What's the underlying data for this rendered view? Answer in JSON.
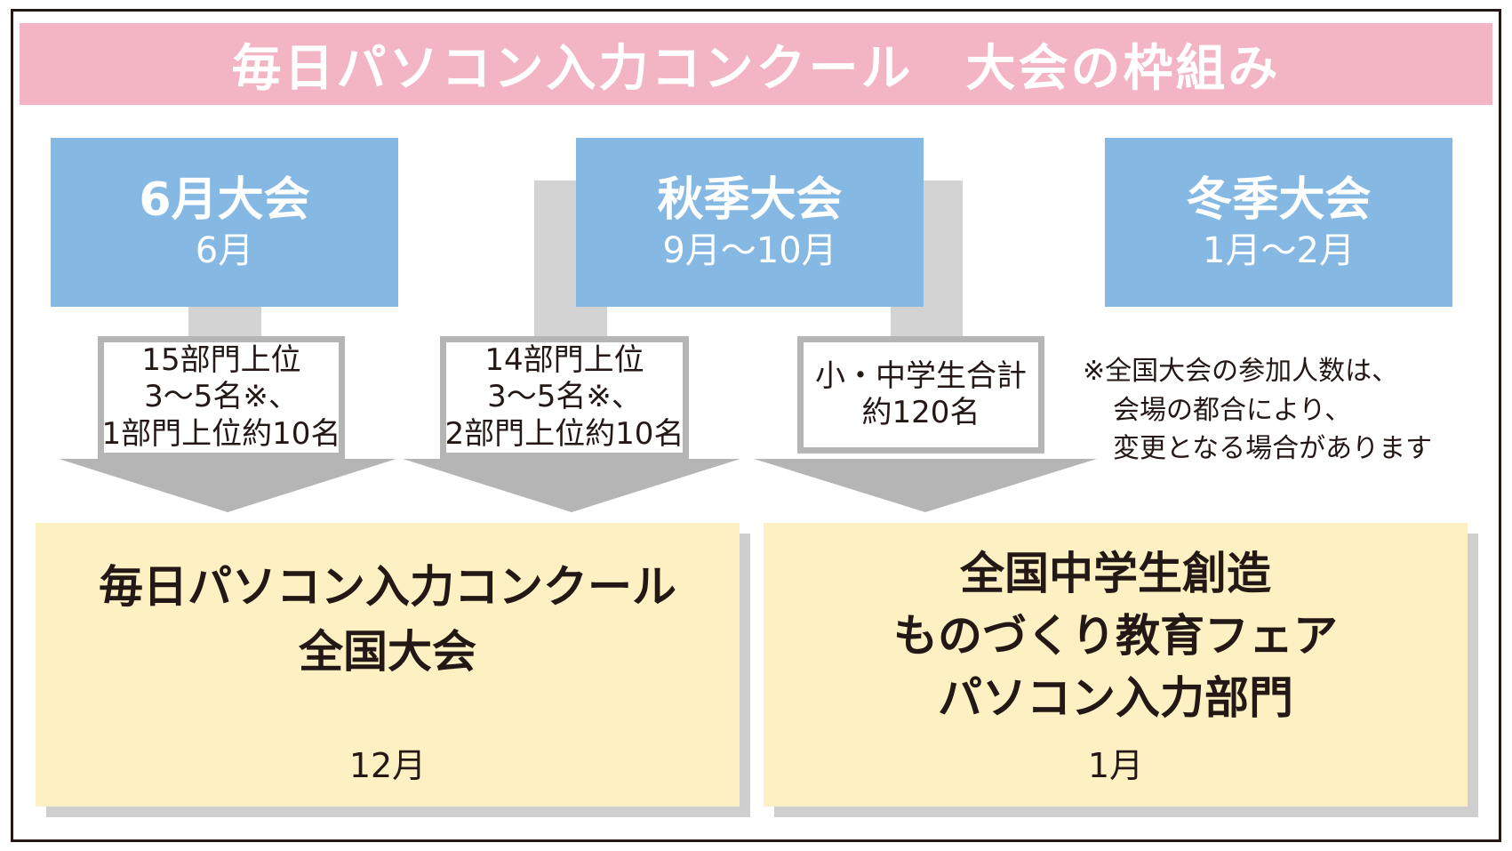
{
  "banner": {
    "title": "毎日パソコン入力コンクール　大会の枠組み"
  },
  "events": [
    {
      "name": "6月大会",
      "date": "6月"
    },
    {
      "name": "秋季大会",
      "date": "9月〜10月"
    },
    {
      "name": "冬季大会",
      "date": "1月〜2月"
    }
  ],
  "qualifiers": [
    {
      "lines": [
        "15部門上位",
        "3〜5名※、",
        "1部門上位約10名"
      ]
    },
    {
      "lines": [
        "14部門上位",
        "3〜5名※、",
        "2部門上位約10名"
      ]
    },
    {
      "lines": [
        "小・中学生合計",
        "約120名"
      ]
    }
  ],
  "note": {
    "lines": [
      "※全国大会の参加人数は、",
      "会場の都合により、",
      "変更となる場合があります"
    ]
  },
  "finals": [
    {
      "title_lines": [
        "毎日パソコン入力コンクール",
        "全国大会"
      ],
      "date": "12月"
    },
    {
      "title_lines": [
        "全国中学生創造",
        "ものづくり教育フェア",
        "パソコン入力部門"
      ],
      "date": "1月"
    }
  ],
  "colors": {
    "banner": "#f3b4c3",
    "event_box": "#85b8e3",
    "final_box": "#fdf1c3",
    "connector": "#d3d3d3",
    "arrow": "#b5b5b5"
  }
}
